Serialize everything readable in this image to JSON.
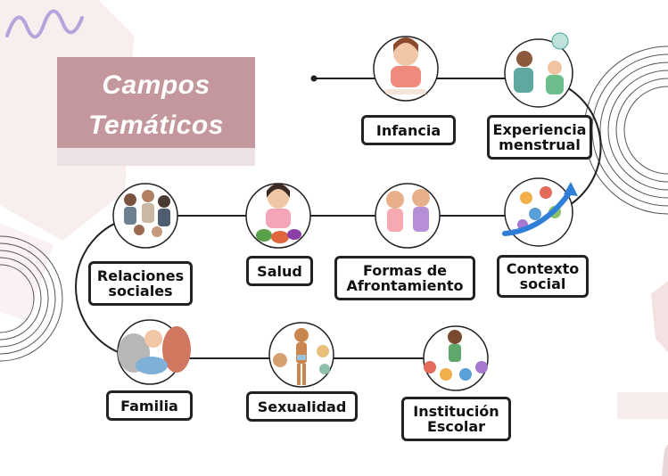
{
  "title": {
    "line1": "Campos",
    "line2": "Temáticos"
  },
  "nodes": [
    {
      "id": "infancia",
      "label": "Infancia",
      "icon": "child-drawing-illustration"
    },
    {
      "id": "experiencia-menstrual",
      "label": "Experiencia\nmenstrual",
      "icon": "women-talking-illustration"
    },
    {
      "id": "contexto-social",
      "label": "Contexto\nsocial",
      "icon": "social-network-illustration"
    },
    {
      "id": "formas-afrontamiento",
      "label": "Formas de\nAfrontamiento",
      "icon": "two-girls-illustration"
    },
    {
      "id": "salud",
      "label": "Salud",
      "icon": "girl-vegetables-illustration"
    },
    {
      "id": "relaciones-sociales",
      "label": "Relaciones\nsociales",
      "icon": "group-of-kids-illustration"
    },
    {
      "id": "familia",
      "label": "Familia",
      "icon": "family-hug-illustration"
    },
    {
      "id": "sexualidad",
      "label": "Sexualidad",
      "icon": "anatomy-figure-illustration"
    },
    {
      "id": "institucion-escolar",
      "label": "Institución\nEscolar",
      "icon": "classroom-illustration"
    }
  ],
  "colors": {
    "accent": "#c4979c",
    "line": "#222222",
    "text": "#111111",
    "background": "#ffffff"
  }
}
